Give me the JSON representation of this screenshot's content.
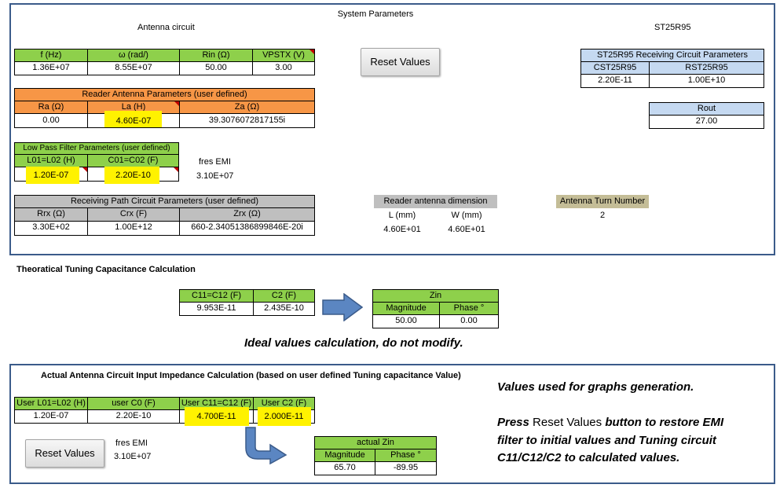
{
  "system": {
    "title": "System Parameters",
    "antenna_circuit_label": "Antenna circuit",
    "chip_label": "ST25R95",
    "reset_label": "Reset Values",
    "main_params": {
      "headers": [
        "f (Hz)",
        "ω (rad/)",
        "Rin (Ω)",
        "VPSTX (V)"
      ],
      "values": [
        "1.36E+07",
        "8.55E+07",
        "50.00",
        "3.00"
      ]
    },
    "reader_antenna": {
      "title": "Reader Antenna Parameters (user defined)",
      "headers": [
        "Ra (Ω)",
        "La (H)",
        "Za  (Ω)"
      ],
      "values": [
        "0.00",
        "4.60E-07",
        "39.3076072817155i"
      ]
    },
    "lpf": {
      "title": "Low Pass Filter Parameters (user defined)",
      "headers": [
        "L01=L02 (H)",
        "C01=C02 (F)"
      ],
      "values": [
        "1.20E-07",
        "2.20E-10"
      ],
      "fres_label": "fres EMI",
      "fres_value": "3.10E+07"
    },
    "receiving": {
      "title": "Receiving Path Circuit Parameters (user defined)",
      "headers": [
        "Rrx  (Ω)",
        "Crx (F)",
        "Zrx  (Ω)"
      ],
      "values": [
        "3.30E+02",
        "1.00E+12",
        "660-2.34051386899846E-20i"
      ]
    },
    "antenna_dim": {
      "title": "Reader antenna dimension",
      "headers": [
        "L (mm)",
        "W (mm)"
      ],
      "values": [
        "4.60E+01",
        "4.60E+01"
      ]
    },
    "turns": {
      "title": "Antenna Turn Number",
      "value": "2"
    },
    "st_receiving": {
      "title": "ST25R95 Receiving Circuit Parameters",
      "headers": [
        "CST25R95",
        "RST25R95"
      ],
      "values": [
        "2.20E-11",
        "1.00E+10"
      ]
    },
    "rout": {
      "title": "Rout",
      "value": "27.00"
    }
  },
  "theoretical": {
    "title": "Theoratical Tuning Capacitance Calculation",
    "headers": [
      "C11=C12 (F)",
      "C2 (F)"
    ],
    "values": [
      "9.953E-11",
      "2.435E-10"
    ],
    "zin_title": "Zin",
    "zin_headers": [
      "Magnitude",
      "Phase °"
    ],
    "zin_values": [
      "50.00",
      "0.00"
    ],
    "note": "Ideal values calculation, do not modify."
  },
  "actual": {
    "title": "Actual Antenna Circuit Input Impedance Calculation (based on user defined Tuning capacitance Value)",
    "headers": [
      "User L01=L02 (H)",
      "user C0 (F)",
      "User C11=C12 (F)",
      "User C2 (F)"
    ],
    "values": [
      "1.20E-07",
      "2.20E-10",
      "4.700E-11",
      "2.000E-11"
    ],
    "reset_label": "Reset Values",
    "fres_label": "fres EMI",
    "fres_value": "3.10E+07",
    "zin_title": "actual Zin",
    "zin_headers": [
      "Magnitude",
      "Phase °"
    ],
    "zin_values": [
      "65.70",
      "-89.95"
    ],
    "note_line1": "Values used for graphs generation.",
    "note_line2_a": "Press ",
    "note_line2_b": "Reset Values",
    "note_line2_c": " button to restore EMI",
    "note_line3": "filter to initial values and Tuning circuit",
    "note_line4": "C11/C12/C2 to calculated values."
  },
  "colors": {
    "panel_border": "#3b5b8a",
    "green": "#8ed04b",
    "orange": "#f79646",
    "gray": "#bfbfbf",
    "blue": "#c5d9f1",
    "tan": "#c4bd97",
    "highlight": "#fff200",
    "arrow": "#4f81bd"
  }
}
